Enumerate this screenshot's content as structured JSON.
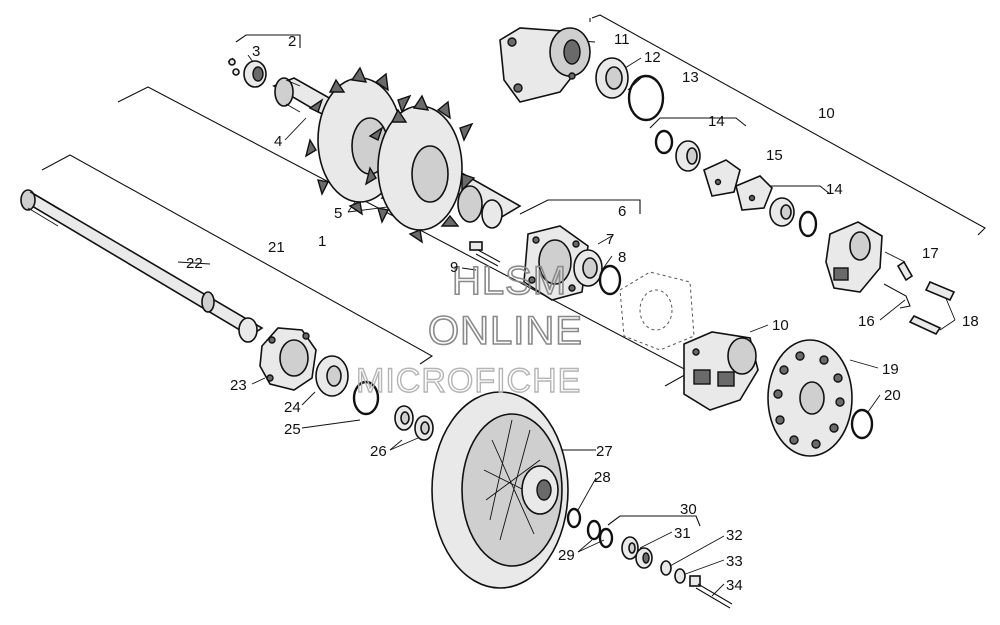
{
  "watermark": {
    "line1": "HLSM",
    "line2": "ONLINE",
    "line3": "MICROFICHE"
  },
  "callouts": [
    {
      "id": "c1",
      "label": "1"
    },
    {
      "id": "c2",
      "label": "2"
    },
    {
      "id": "c3",
      "label": "3"
    },
    {
      "id": "c4",
      "label": "4"
    },
    {
      "id": "c5",
      "label": "5"
    },
    {
      "id": "c6",
      "label": "6"
    },
    {
      "id": "c7",
      "label": "7"
    },
    {
      "id": "c8",
      "label": "8"
    },
    {
      "id": "c9",
      "label": "9"
    },
    {
      "id": "c10a",
      "label": "10"
    },
    {
      "id": "c10b",
      "label": "10"
    },
    {
      "id": "c11",
      "label": "11"
    },
    {
      "id": "c12",
      "label": "12"
    },
    {
      "id": "c13",
      "label": "13"
    },
    {
      "id": "c14a",
      "label": "14"
    },
    {
      "id": "c14b",
      "label": "14"
    },
    {
      "id": "c15",
      "label": "15"
    },
    {
      "id": "c16",
      "label": "16"
    },
    {
      "id": "c17",
      "label": "17"
    },
    {
      "id": "c18",
      "label": "18"
    },
    {
      "id": "c19",
      "label": "19"
    },
    {
      "id": "c20",
      "label": "20"
    },
    {
      "id": "c21",
      "label": "21"
    },
    {
      "id": "c22",
      "label": "22"
    },
    {
      "id": "c23",
      "label": "23"
    },
    {
      "id": "c24",
      "label": "24"
    },
    {
      "id": "c25",
      "label": "25"
    },
    {
      "id": "c26",
      "label": "26"
    },
    {
      "id": "c27",
      "label": "27"
    },
    {
      "id": "c28",
      "label": "28"
    },
    {
      "id": "c29",
      "label": "29"
    },
    {
      "id": "c30",
      "label": "30"
    },
    {
      "id": "c31",
      "label": "31"
    },
    {
      "id": "c32",
      "label": "32"
    },
    {
      "id": "c33",
      "label": "33"
    },
    {
      "id": "c34",
      "label": "34"
    }
  ]
}
